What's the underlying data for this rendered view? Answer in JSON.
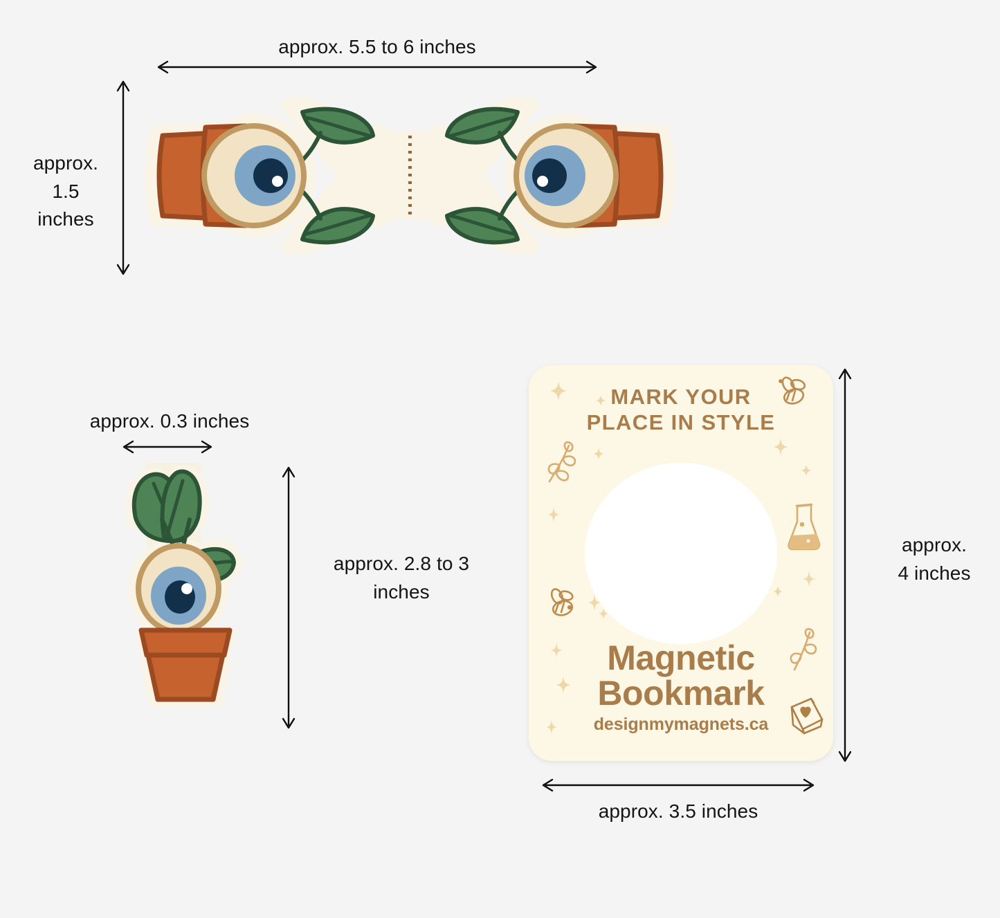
{
  "page": {
    "background_color": "#f4f4f4",
    "type": "product-dimension-diagram"
  },
  "dimensions": {
    "bookmark_open_width": "approx. 5.5 to 6 inches",
    "bookmark_height": "approx.\n1.5\ninches",
    "magnet_thickness": "approx. 0.3 inches",
    "magnet_height": "approx. 2.8 to 3\ninches",
    "card_height": "approx.\n4 inches",
    "card_width": "approx. 3.5 inches"
  },
  "card": {
    "title": "MARK YOUR\nPLACE IN STYLE",
    "brand": "Magnetic\nBookmark",
    "url": "designmymagnets.ca",
    "background_color": "#fdf8e6",
    "text_color": "#a97c4b",
    "accent_color": "#d7b378",
    "circle_color": "#ffffff"
  },
  "illustration": {
    "subject": "eyeball plant in terracotta pot",
    "colors": {
      "pot": "#c6622e",
      "pot_outline": "#9c4a22",
      "leaf": "#4e8455",
      "leaf_outline": "#2c5436",
      "sclera": "#f2e3c4",
      "eye_ring": "#c09a63",
      "iris": "#7fa5c6",
      "pupil": "#12304a",
      "highlight": "#ffffff",
      "sticker_border": "#faf4e6",
      "fold_line": "#8a6a3c"
    }
  },
  "icons": {
    "bee": "bee-icon",
    "flask": "flask-icon",
    "book": "book-heart-icon",
    "sprig": "sprig-icon",
    "sparkle": "sparkle-icon",
    "arrow_double": "double-arrow-icon"
  }
}
